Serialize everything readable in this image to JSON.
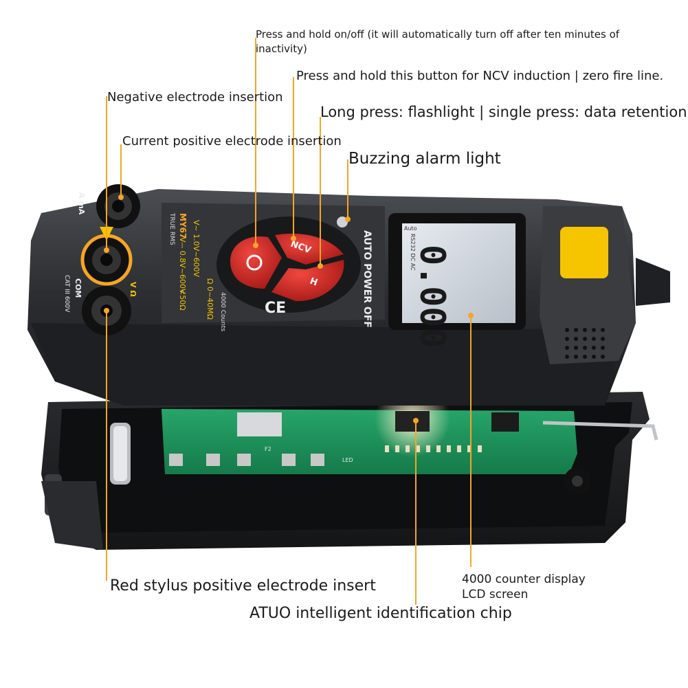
{
  "callouts": {
    "power": "Press and hold on/off (it will automatically turn off after ten minutes of inactivity)",
    "ncv": "Press and hold this button for NCV induction | zero fire line.",
    "negative": "Negative electrode insertion",
    "flashlight": "Long press: flashlight | single press: data retention",
    "current_positive": "Current positive electrode insertion",
    "buzzer": "Buzzing alarm light",
    "lcd": "4000 counter display LCD screen",
    "red_stylus": "Red stylus positive electrode insert",
    "chip": "ATUO intelligent identification chip"
  },
  "device": {
    "model": "MY67",
    "true_rms": "TRUE RMS",
    "auto_power_off": "AUTO POWER OFF",
    "counts": "4000 Counts",
    "ce": "CE",
    "jack_a": "A mA",
    "jack_com": "COM",
    "jack_v": "V Ω",
    "cat": "CAT III 600V",
    "spec_ac": "V~ 1.0V~600V",
    "spec_dc": "V⎓ 0.8V~600V",
    "spec_res": "Ω 0~40MΩ",
    "spec_cont": "<50Ω",
    "btn_ncv": "NCV",
    "btn_hold": "H",
    "lcd_digits": "0.000",
    "lcd_top": "RS232 DC AC",
    "lcd_side": "Auto",
    "pcb_label_f2": "F2",
    "pcb_label_led": "LED"
  },
  "colors": {
    "callout_line": "#F5A623",
    "button_red": "#D42A26",
    "body_dark": "#2B2D30",
    "pcb_green": "#1E8F5A",
    "flashlight_yellow": "#F7C400"
  }
}
